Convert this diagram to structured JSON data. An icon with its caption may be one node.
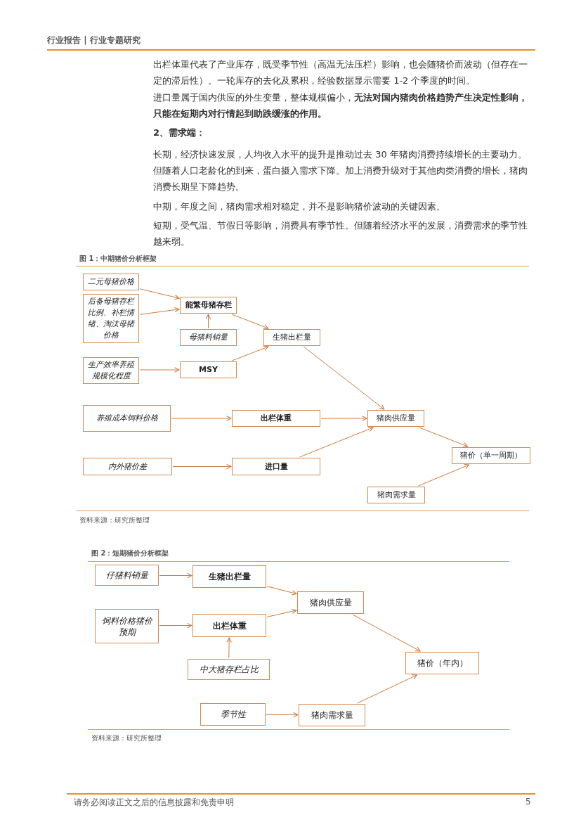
{
  "diagram": {
    "nodes": [
      {
        "text": [
          "二元母猪价格"
        ]
      },
      {
        "text": [
          "后备母猪存栏比例、补栏情绪、淘汰母猪价格"
        ]
      },
      {
        "text": [
          "能繁母猪存栏"
        ]
      },
      {
        "text": [
          "母猪料销量"
        ]
      },
      {
        "text": [
          "生猪出栏量"
        ]
      },
      {
        "text": [
          "生产效率养殖规模化程度"
        ]
      },
      {
        "text": [
          "MSY"
        ]
      },
      {
        "text": [
          "养殖成本饲料价格"
        ]
      },
      {
        "text": [
          "出栏体重"
        ]
      },
      {
        "text": [
          "内外猪价差"
        ]
      },
      {
        "text": [
          "进口量"
        ]
      },
      {
        "text": [
          "猪肉供应量"
        ]
      },
      {
        "text": [
          "猪肉需求量"
        ]
      },
      {
        "text": [
          "猪价（单一周期）"
        ]
      },
      {
        "text": [
          "仔猪料销量"
        ]
      },
      {
        "text": [
          "生猪出栏量"
        ]
      },
      {
        "text": [
          "饲料价格猪价预期"
        ]
      },
      {
        "text": [
          "出栏体重"
        ]
      },
      {
        "text": [
          "中大猪存栏占比"
        ]
      },
      {
        "text": [
          "猪肉供应量"
        ]
      },
      {
        "text": [
          "猪价（年内）"
        ]
      },
      {
        "text": [
          "季节性"
        ]
      },
      {
        "text": [
          "猪肉需求量"
        ]
      }
    ],
    "edges": [
      {
        "from": 0,
        "to": 2,
        "arrow": "to"
      },
      {
        "from": 1,
        "to": 2,
        "arrow": "to"
      },
      {
        "from": 3,
        "to": 2,
        "arrow": "to"
      },
      {
        "from": 2,
        "to": 4,
        "arrow": "to"
      },
      {
        "from": 5,
        "to": 6,
        "arrow": "to"
      },
      {
        "from": 6,
        "to": 4,
        "arrow": "to"
      },
      {
        "from": 4,
        "to": 11,
        "arrow": "to"
      },
      {
        "from": 7,
        "to": 8,
        "arrow": "to"
      },
      {
        "from": 8,
        "to": 11,
        "arrow": "to"
      },
      {
        "from": 9,
        "to": 10,
        "arrow": "to"
      },
      {
        "from": 10,
        "to": 11,
        "arrow": "to"
      },
      {
        "from": 11,
        "to": 13,
        "arrow": "to"
      },
      {
        "from": 12,
        "to": 13,
        "arrow": "to"
      },
      {
        "from": 14,
        "to": 15,
        "arrow": "to"
      },
      {
        "from": 16,
        "to": 17,
        "arrow": "to"
      },
      {
        "from": 18,
        "to": 17,
        "arrow": "to"
      },
      {
        "from": 15,
        "to": 19,
        "arrow": "to"
      },
      {
        "from": 17,
        "to": 19,
        "arrow": "to"
      },
      {
        "from": 19,
        "to": 20,
        "arrow": "to"
      },
      {
        "from": 21,
        "to": 22,
        "arrow": "to"
      },
      {
        "from": 22,
        "to": 20,
        "arrow": "to"
      }
    ],
    "labels": [
      "行业报告 | 行业专题研究",
      "出栏体重代表了产业库存，既受季节性（高温无法压栏）影响，也会随猪价而波动（但存在一定的滞后性）。一轮库存的去化及累积，经验数据显示需要 1-2 个季度的时间。",
      "进口量属于国内供应的外生变量，整体规模偏小，**无法对国内猪肉价格趋势产生决定性影响，只能在短期内对行情起到助跌缓涨的作用。**",
      "2、需求端：",
      "长期，经济快速发展，人均收入水平的提升是推动过去 30 年猪肉消费持续增长的主要动力。但随着人口老龄化的到来，蛋白摄入需求下降。加上消费升级对于其他肉类消费的增长，猪肉消费长期呈下降趋势。",
      "中期，年度之间，猪肉需求相对稳定，并不是影响猪价波动的关键因素。",
      "短期，受气温、节假日等影响，消费具有季节性。但随着经济水平的发展，消费需求的季节性越来弱。",
      "图 1：中期猪价分析框架",
      "资料来源：研究所整理",
      "图 2：短期猪价分析框架",
      "资料来源：研究所整理",
      "请务必阅读正文之后的信息披露和免责申明",
      "5"
    ]
  }
}
